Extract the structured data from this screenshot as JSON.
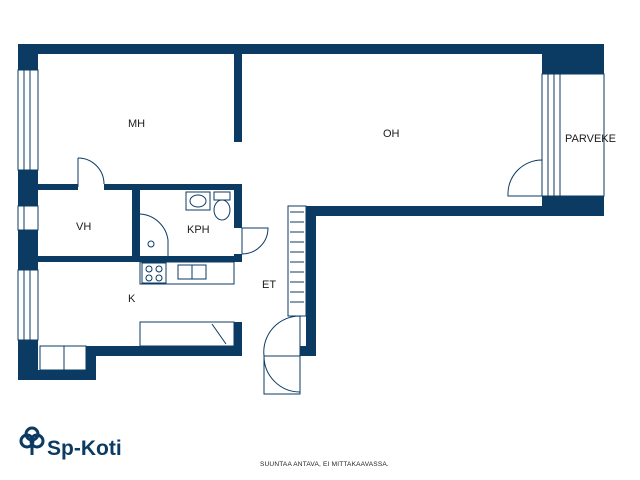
{
  "rooms": {
    "mh": "MH",
    "oh": "OH",
    "parveke": "PARVEKE",
    "vh": "VH",
    "kph": "KPH",
    "k": "K",
    "et": "ET"
  },
  "footer": {
    "logo_text": "Sp-Koti",
    "disclaimer": "SUUNTAA ANTAVA, EI MITTAKAAVASSA."
  },
  "icons": {
    "logo": "sp-koti-logo-icon"
  },
  "colors": {
    "wall": "#0b3a63",
    "line": "#0b3a63",
    "background": "#ffffff"
  }
}
